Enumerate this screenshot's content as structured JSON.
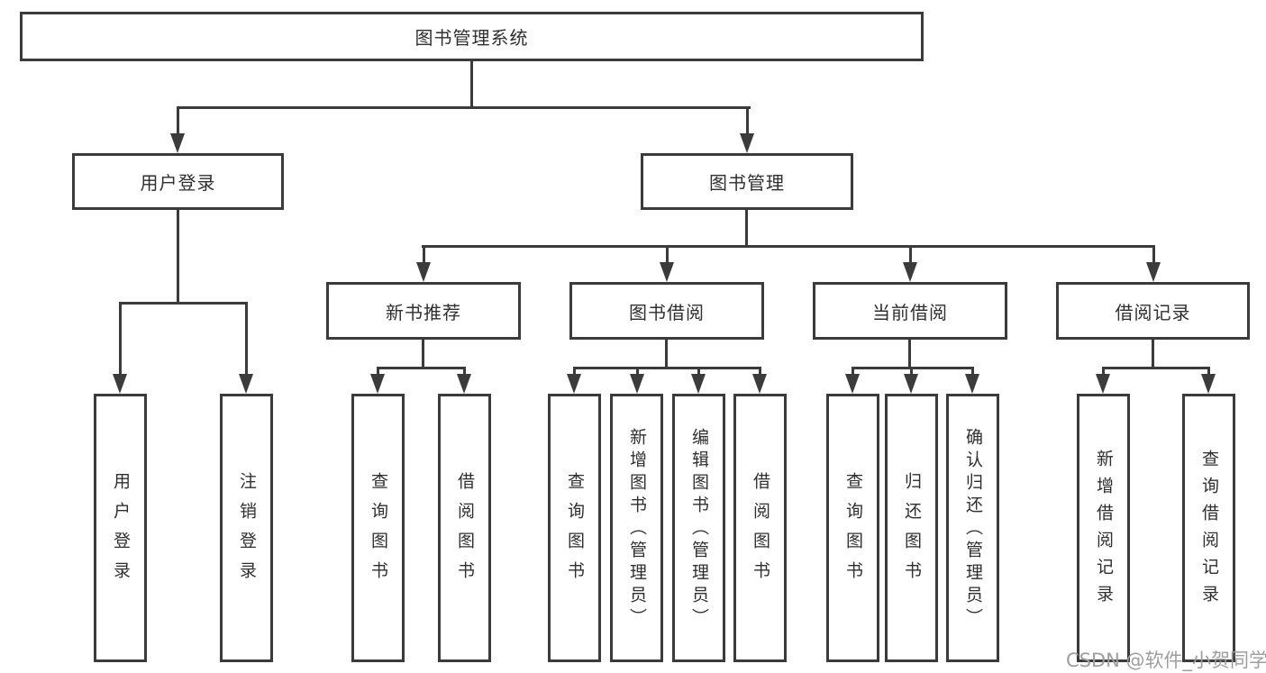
{
  "tree": {
    "label": "图书管理系统",
    "children": [
      {
        "label": "用户登录",
        "children": [
          {
            "label": "用户登录"
          },
          {
            "label": "注销登录"
          }
        ]
      },
      {
        "label": "图书管理",
        "children": [
          {
            "label": "新书推荐",
            "children": [
              {
                "label": "查询图书"
              },
              {
                "label": "借阅图书"
              }
            ]
          },
          {
            "label": "图书借阅",
            "children": [
              {
                "label": "查询图书"
              },
              {
                "label": "新增图书（管理员）"
              },
              {
                "label": "编辑图书（管理员）"
              },
              {
                "label": "借阅图书"
              }
            ]
          },
          {
            "label": "当前借阅",
            "children": [
              {
                "label": "查询图书"
              },
              {
                "label": "归还图书"
              },
              {
                "label": "确认归还（管理员）"
              }
            ]
          },
          {
            "label": "借阅记录",
            "children": [
              {
                "label": "新增借阅记录"
              },
              {
                "label": "查询借阅记录"
              }
            ]
          }
        ]
      }
    ]
  },
  "watermark": "CSDN @软件_小贺同学",
  "colors": {
    "line": "#3b3b3b",
    "text": "#2f2f2f",
    "box_fill": "#ffffff",
    "watermark": "#9e9e9e",
    "background": "#ffffff"
  }
}
